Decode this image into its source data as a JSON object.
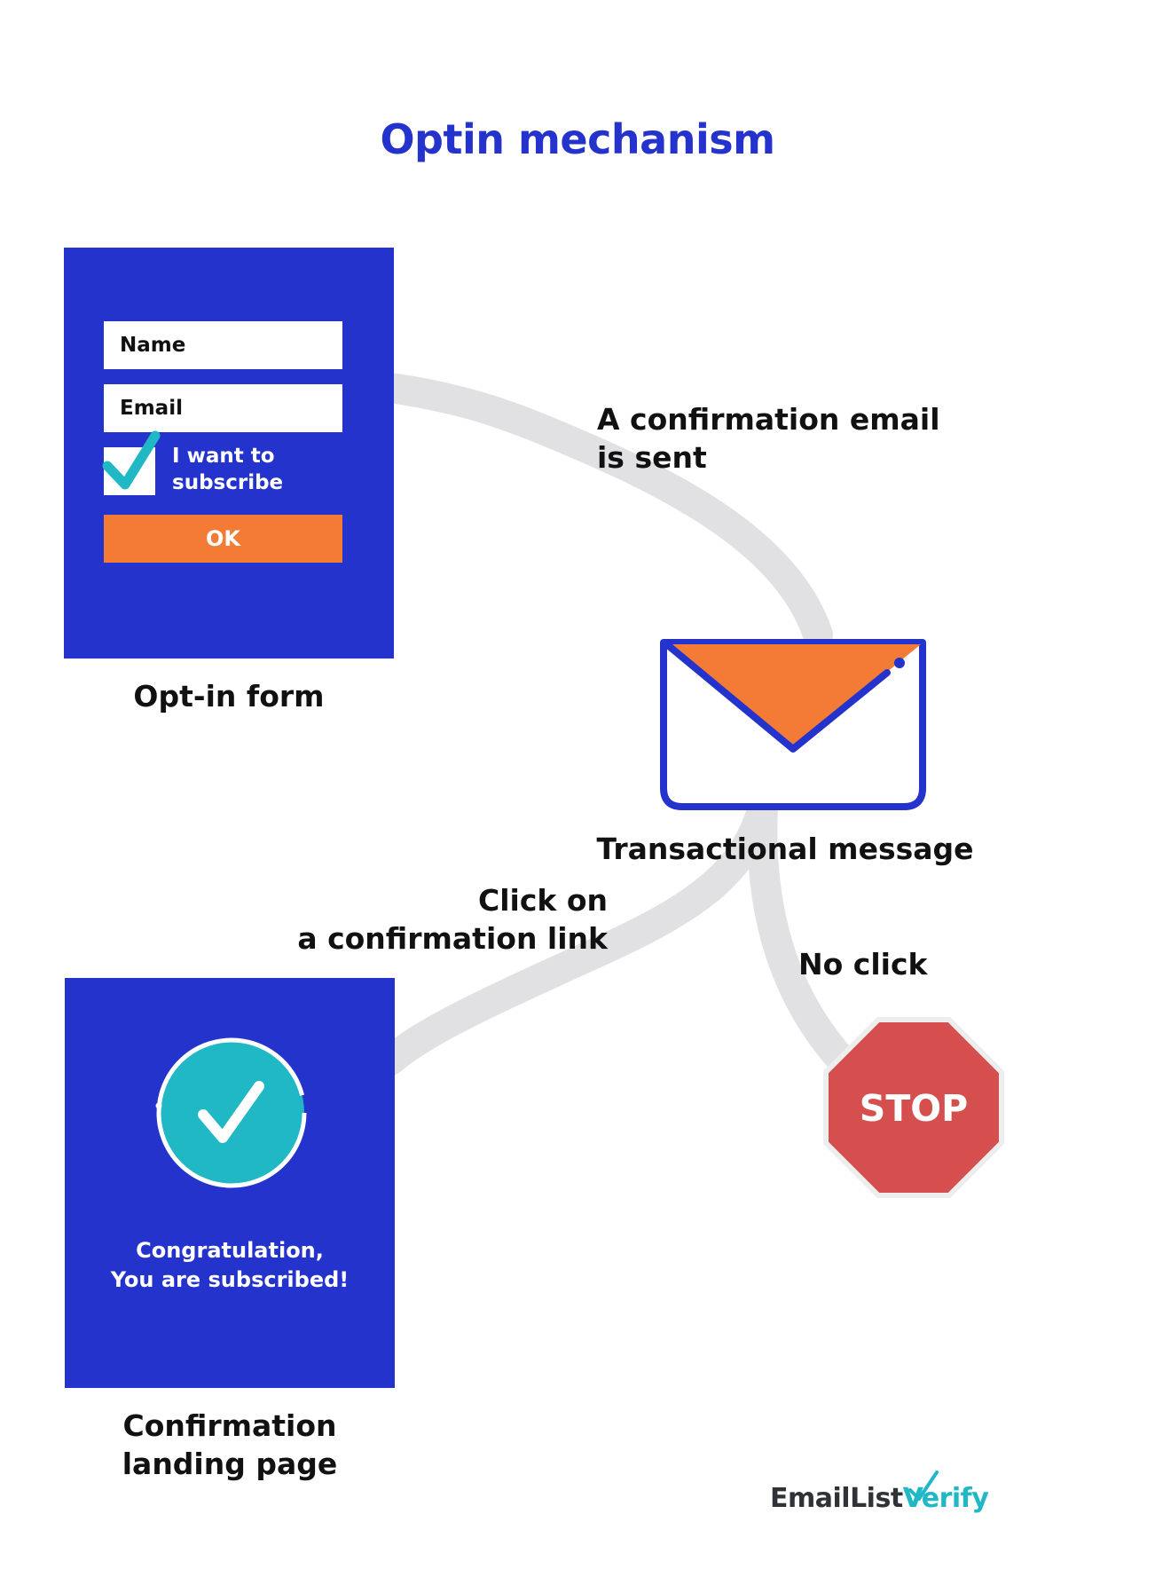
{
  "title": "Optin mechanism",
  "optin_form": {
    "name_field": "Name",
    "email_field": "Email",
    "checkbox_label_line1": "I want to",
    "checkbox_label_line2": "subscribe",
    "ok_button": "OK",
    "checked": true,
    "caption": "Opt-in form"
  },
  "edges": {
    "sent_line1": "A confirmation email",
    "sent_line2": "is sent",
    "click_line1": "Click on",
    "click_line2": "a confirmation link",
    "no_click": "No click"
  },
  "transactional": {
    "caption": "Transactional message",
    "icon": "envelope-icon"
  },
  "landing": {
    "congrats_line1": "Congratulation,",
    "congrats_line2": "You are subscribed!",
    "caption_line1": "Confirmation",
    "caption_line2": "landing page",
    "icon": "check-circle-icon"
  },
  "stop_sign": {
    "label": "STOP",
    "icon": "stop-sign-icon"
  },
  "logo": {
    "part1": "EmailList",
    "part2": "Verify"
  },
  "colors": {
    "brand_blue": "#2433cc",
    "orange": "#f47b36",
    "teal": "#1fb8c4",
    "stop_red": "#d64f4f",
    "path_gray": "#e1e1e3"
  }
}
